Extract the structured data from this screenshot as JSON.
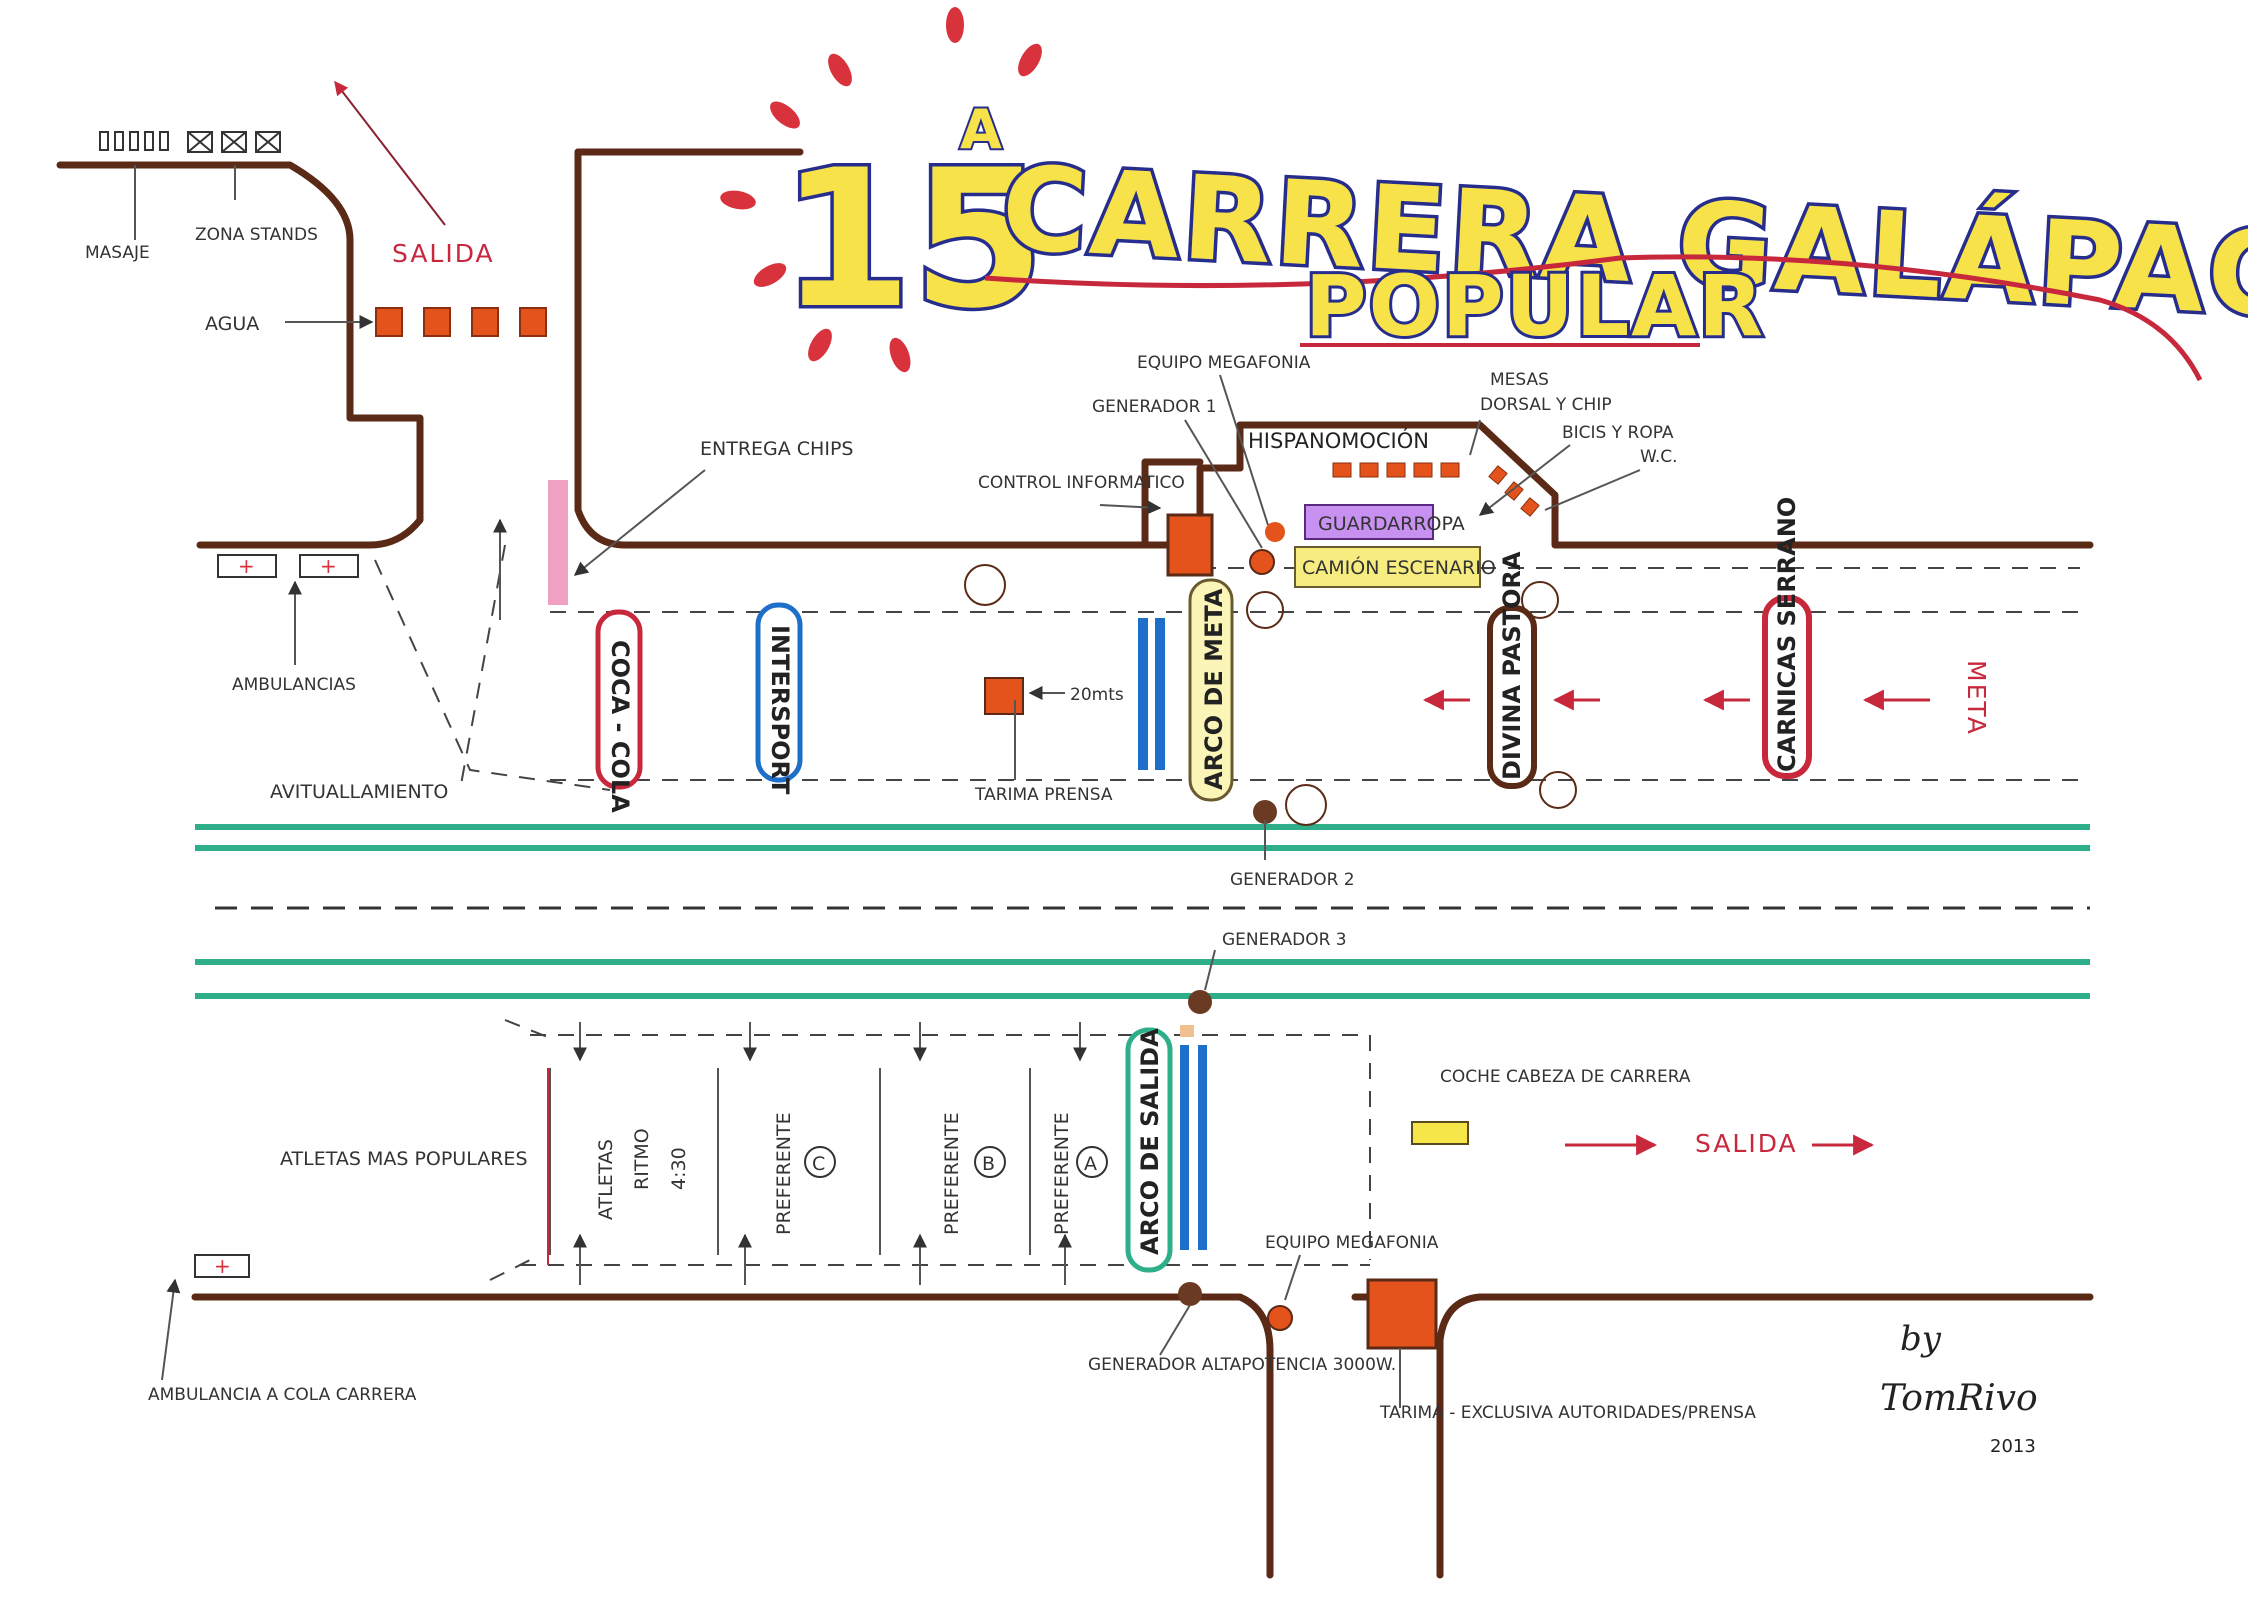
{
  "title": {
    "number": "15",
    "superscript": "A",
    "line1": "CARRERA GALÁPAGOS",
    "line2": "POPULAR"
  },
  "labels": {
    "masaje": "MASAJE",
    "zona_stands": "ZONA STANDS",
    "salida_top": "SALIDA",
    "agua": "AGUA",
    "entrega_chips": "ENTREGA CHIPS",
    "ambulancias": "AMBULANCIAS",
    "avituallamiento": "AVITUALLAMIENTO",
    "equipo_megafonia_top": "EQUIPO MEGAFONIA",
    "generador_1": "GENERADOR 1",
    "control_informatico": "CONTROL INFORMATICO",
    "mesas": "MESAS",
    "dorsal_y_chip": "DORSAL Y CHIP",
    "bicis_y_ropa": "BICIS Y ROPA",
    "wc": "W.C.",
    "hispanomocion": "HISPANOMOCIÓN",
    "guardarropa": "GUARDARROPA",
    "camion_escenario": "CAMIÓN ESCENARIO",
    "tarima_prensa": "TARIMA PRENSA",
    "dimension": "20mts",
    "generador_2": "GENERADOR 2",
    "meta": "META",
    "generador_3": "GENERADOR 3",
    "atletas_mas_populares": "ATLETAS MAS POPULARES",
    "coche_cabeza": "COCHE CABEZA DE CARRERA",
    "salida_bottom": "SALIDA",
    "equipo_megafonia_bottom": "EQUIPO MEGAFONIA",
    "generador_alta": "GENERADOR ALTAPOTENCIA 3000W.",
    "tarima_exclusiva": "TARIMA - EXCLUSIVA AUTORIDADES/PRENSA",
    "ambulancia_cola": "AMBULANCIA A COLA CARRERA",
    "signature_by": "by",
    "signature_name": "TomRivo",
    "signature_year": "2013"
  },
  "banners": {
    "coca_cola": "COCA - COLA",
    "intersport": "INTERSPORT",
    "arco_meta": "ARCO DE META",
    "divina_pastora": "DIVINA PASTORA",
    "carnicas_serrano": "CARNICAS SERRANO",
    "arco_salida": "ARCO DE SALIDA"
  },
  "corrals": [
    {
      "line1": "ATLETAS",
      "line2": "RITMO",
      "line3": "4:30"
    },
    {
      "line1": "PREFERENTE",
      "letter": "C"
    },
    {
      "line1": "PREFERENTE",
      "letter": "B"
    },
    {
      "line1": "PREFERENTE",
      "letter": "A"
    }
  ],
  "colors": {
    "street": "#5a2a16",
    "green_line": "#2fae8a",
    "orange": "#e5531c",
    "red": "#c8283c",
    "blue": "#1d6fc9",
    "yellow": "#f4e03a",
    "purple": "#a050d0",
    "title_blue": "#262d8c",
    "title_yellow": "#f7e24a"
  }
}
